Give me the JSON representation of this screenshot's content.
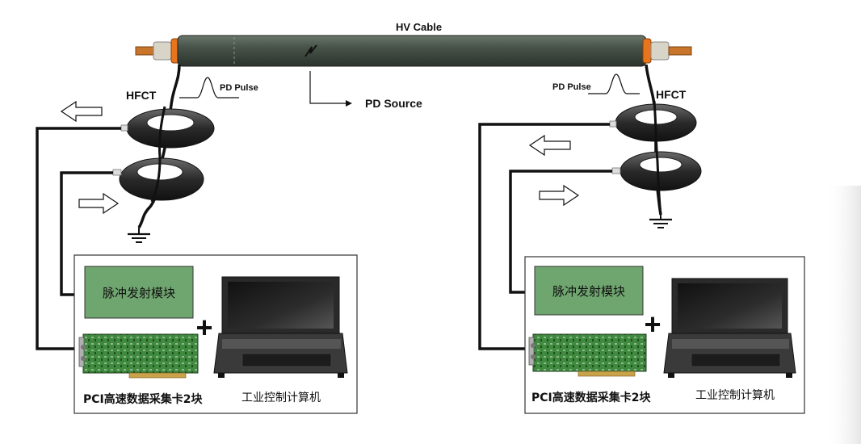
{
  "labels": {
    "hv_cable": "HV  Cable",
    "pd_source": "PD Source",
    "hfct_left": "HFCT",
    "hfct_right": "HFCT",
    "pd_pulse_left": "PD Pulse",
    "pd_pulse_right": "PD Pulse"
  },
  "left_system": {
    "module": "脉冲发射模块",
    "plus": "+",
    "card": "PCI高速数据采集卡2块",
    "computer": "工业控制计算机"
  },
  "right_system": {
    "module": "脉冲发射模块",
    "plus": "+",
    "card": "PCI高速数据采集卡2块",
    "computer": "工业控制计算机"
  },
  "colors": {
    "cable": "#3f4a40",
    "cable_highlight": "#5c6a5d",
    "copper": "#c8742a",
    "orange_ring": "#e8741c",
    "insulation": "#d9d4c8",
    "module_fill": "#6fa56f",
    "pcb": "#3a7a3a",
    "computer": "#2a2a2a"
  }
}
